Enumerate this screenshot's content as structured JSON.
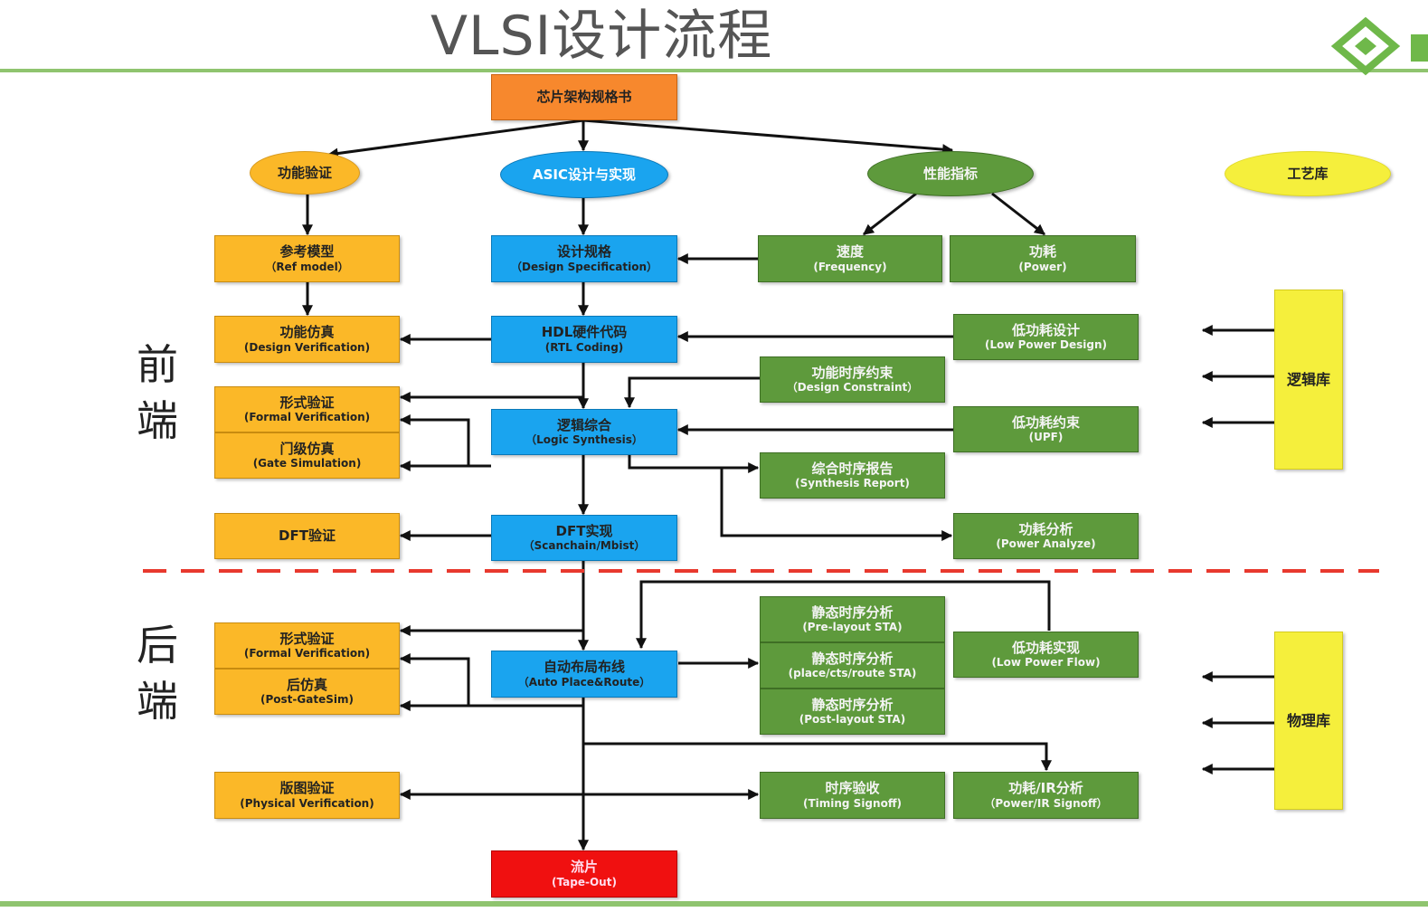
{
  "title": "VLSI设计流程",
  "sections": {
    "front_end": [
      "前",
      "端"
    ],
    "back_end": [
      "后",
      "端"
    ]
  },
  "nodes": {
    "spec_book": {
      "zh": "芯片架构规格书"
    },
    "func_verify": {
      "zh": "功能验证"
    },
    "asic_design": {
      "zh": "ASIC设计与实现"
    },
    "perf_index": {
      "zh": "性能指标"
    },
    "process_lib": {
      "zh": "工艺库"
    },
    "ref_model": {
      "zh": "参考模型",
      "en": "（Ref model）"
    },
    "design_spec": {
      "zh": "设计规格",
      "en": "（Design Specification）"
    },
    "speed": {
      "zh": "速度",
      "en": "(Frequency)"
    },
    "power": {
      "zh": "功耗",
      "en": "(Power)"
    },
    "func_sim": {
      "zh": "功能仿真",
      "en": "(Design Verification)"
    },
    "rtl_coding": {
      "zh": "HDL硬件代码",
      "en": "(RTL Coding)"
    },
    "low_power_design": {
      "zh": "低功耗设计",
      "en": "(Low Power Design)"
    },
    "design_constraint": {
      "zh": "功能时序约束",
      "en": "（Design Constraint）"
    },
    "formal_fe": {
      "zh": "形式验证",
      "en": "(Formal Verification)"
    },
    "gate_sim": {
      "zh": "门级仿真",
      "en": "(Gate Simulation)"
    },
    "logic_synth": {
      "zh": "逻辑综合",
      "en": "（Logic Synthesis）"
    },
    "upf": {
      "zh": "低功耗约束",
      "en": "(UPF)"
    },
    "synth_report": {
      "zh": "综合时序报告",
      "en": "(Synthesis Report)"
    },
    "dft_verify": {
      "zh": "DFT验证"
    },
    "dft_impl": {
      "zh": "DFT实现",
      "en": "（Scanchain/Mbist）"
    },
    "power_analyze": {
      "zh": "功耗分析",
      "en": "(Power Analyze)"
    },
    "logic_lib": {
      "zh": "逻辑库"
    },
    "formal_be": {
      "zh": "形式验证",
      "en": "(Formal Verification)"
    },
    "post_gatesim": {
      "zh": "后仿真",
      "en": "(Post-GateSim)"
    },
    "apr": {
      "zh": "自动布局布线",
      "en": "（Auto Place&Route）"
    },
    "sta_pre": {
      "zh": "静态时序分析",
      "en": "(Pre-layout STA)"
    },
    "sta_place": {
      "zh": "静态时序分析",
      "en": "(place/cts/route STA)"
    },
    "sta_post": {
      "zh": "静态时序分析",
      "en": "(Post-layout STA)"
    },
    "low_power_flow": {
      "zh": "低功耗实现",
      "en": "(Low Power Flow)"
    },
    "physical_lib": {
      "zh": "物理库"
    },
    "phys_verify": {
      "zh": "版图验证",
      "en": "(Physical Verification)"
    },
    "timing_signoff": {
      "zh": "时序验收",
      "en": "(Timing Signoff)"
    },
    "power_ir": {
      "zh": "功耗/IR分析",
      "en": "（Power/IR Signoff）"
    },
    "tapeout": {
      "zh": "流片",
      "en": "(Tape-Out)"
    }
  },
  "colors": {
    "verification": "#fbb828",
    "design": "#1aa4ef",
    "performance": "#5e9a3c",
    "spec": "#f7882d",
    "tapeout": "#f01010",
    "library": "#f5ef3c",
    "divider": "#e8392e",
    "rule": "#8fc46f"
  },
  "logo": {
    "icon": "green-diamond-logo"
  }
}
